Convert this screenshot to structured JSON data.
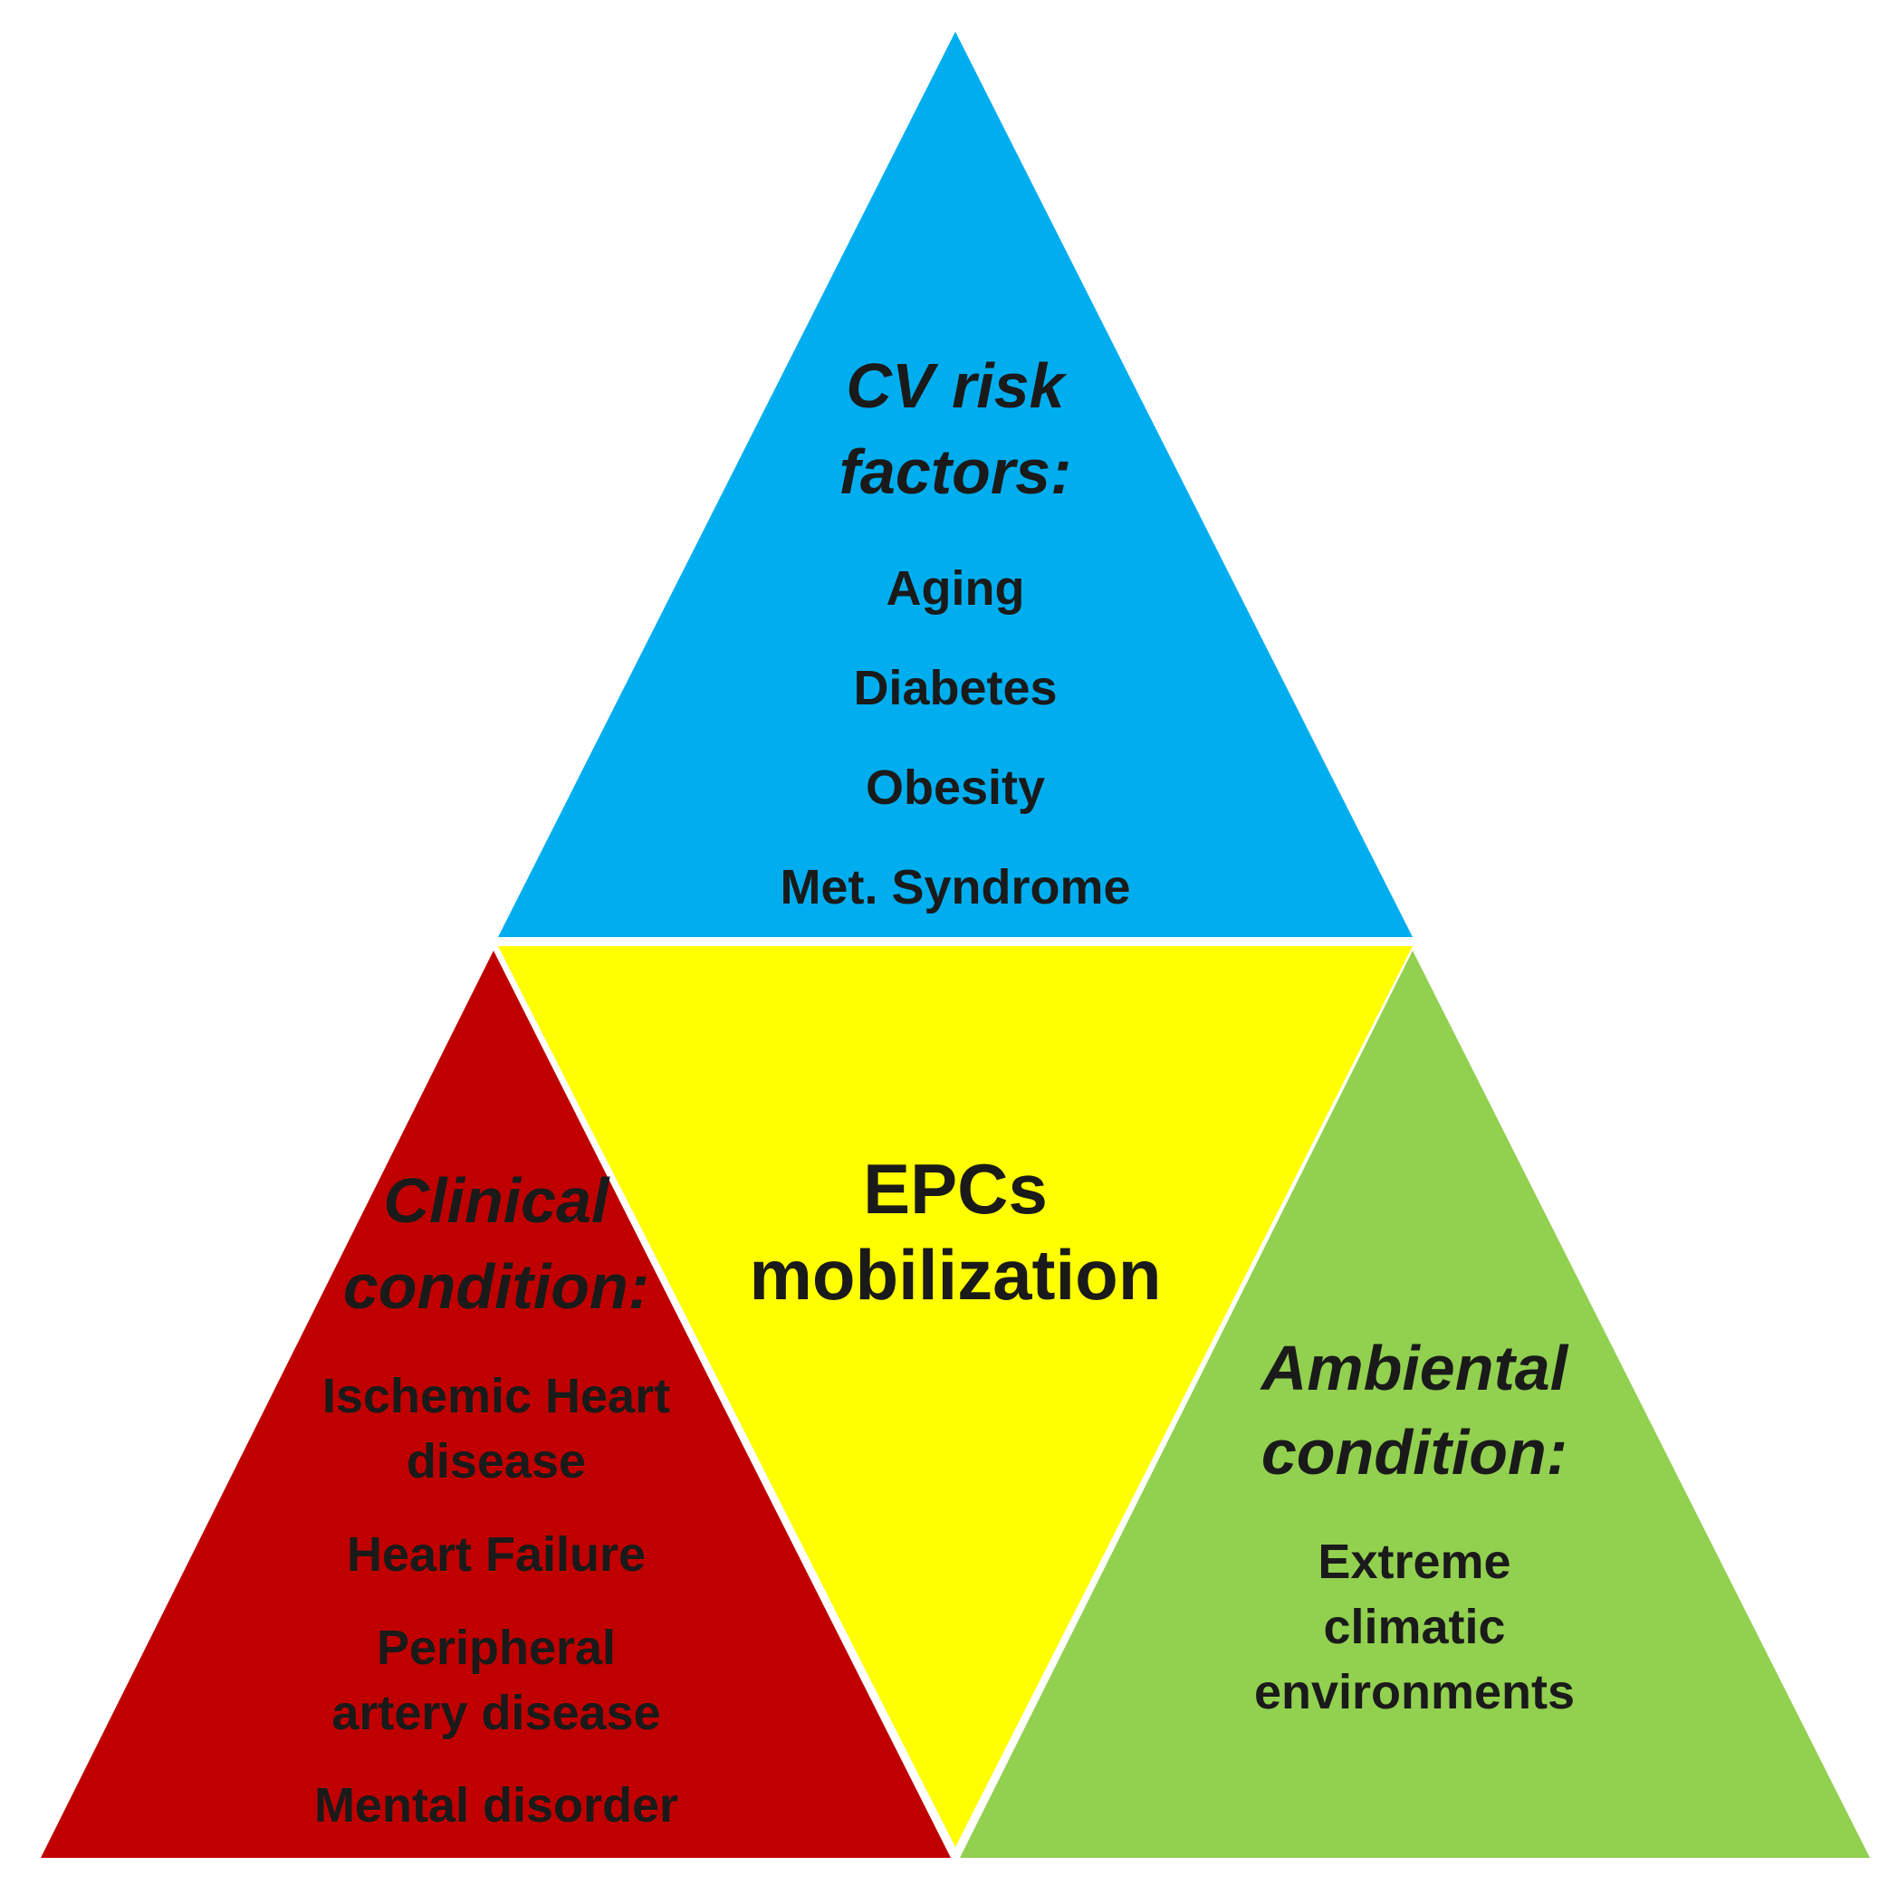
{
  "colors": {
    "top": "#00AEEF",
    "center": "#FFFF00",
    "left": "#C00000",
    "right": "#92D050",
    "text": "#1a1a1a",
    "background": "#FFFFFF"
  },
  "top": {
    "title_lines": [
      "CV risk",
      "factors:"
    ],
    "items": [
      "Aging",
      "Diabetes",
      "Obesity",
      "Met. Syndrome"
    ]
  },
  "center": {
    "lines": [
      "EPCs",
      "mobilization"
    ]
  },
  "left": {
    "title_lines": [
      "Clinical",
      "condition:"
    ],
    "items": [
      [
        "Ischemic Heart",
        "disease"
      ],
      [
        "Heart Failure"
      ],
      [
        "Peripheral",
        "artery disease"
      ],
      [
        "Mental disorder"
      ]
    ]
  },
  "right": {
    "title_lines": [
      "Ambiental",
      "condition:"
    ],
    "items": [
      [
        "Extreme",
        "climatic",
        "environments"
      ]
    ]
  }
}
